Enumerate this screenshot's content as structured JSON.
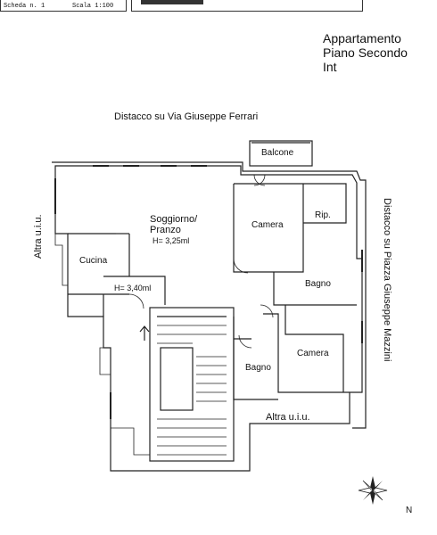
{
  "header": {
    "sheet": "Scheda n. 1",
    "scale": "Scala 1:100"
  },
  "title": {
    "line1": "Appartamento",
    "line2": "Piano Secondo",
    "line3": "Int"
  },
  "surroundings": {
    "top": "Distacco su Via Giuseppe Ferrari",
    "right": "Distacco su Piazza Giuseppe Mazzini",
    "left": "Altra u.i.u.",
    "bottom": "Altra u.i.u."
  },
  "rooms": {
    "balcone": "Balcone",
    "soggiorno_line1": "Soggiorno/",
    "soggiorno_line2": "Pranzo",
    "soggiorno_height": "H= 3,25ml",
    "camera1": "Camera",
    "rip": "Rip.",
    "cucina": "Cucina",
    "cucina_height": "H= 3,40ml",
    "bagno1": "Bagno",
    "camera2": "Camera",
    "bagno2": "Bagno"
  },
  "compass": {
    "north": "N"
  }
}
